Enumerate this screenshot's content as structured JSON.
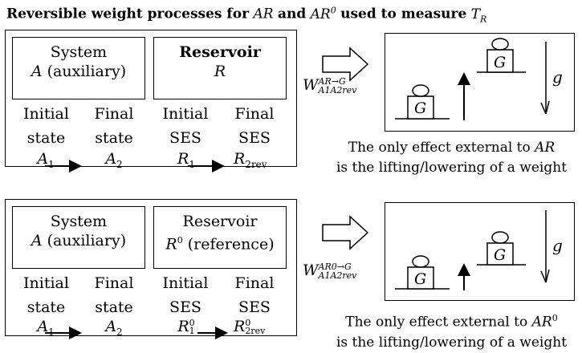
{
  "title": {
    "bold_part": "Reversible weight processes for",
    "ar": "AR",
    "and": "and",
    "ar0": "AR",
    "ar0_sup": "0",
    "tail": "used to measure",
    "tr": "T",
    "tr_sub": "R"
  },
  "panels": [
    {
      "system_line1": "System",
      "system_line2": "A (auxiliary)",
      "reservoir_line1": "Reservoir",
      "reservoir_line2": "R",
      "col_initial": "Initial",
      "col_final": "Final",
      "col_state1": "state",
      "col_state2": "state",
      "col_ses1": "SES",
      "col_ses2": "SES",
      "a1": "A",
      "a1_sub": "1",
      "a2": "A",
      "a2_sub": "2",
      "r1": "R",
      "r1_sub": "1",
      "r1_sup": "",
      "r2": "R",
      "r2_sub": "2rev",
      "r2_sup": "",
      "work_main": "W",
      "work_sup": "AR→G",
      "work_sub": "A1A2rev",
      "g_label": "G",
      "g_gravity": "g",
      "effect_line1_prefix": "The only effect external to",
      "effect_line1_sys": "AR",
      "effect_line1_sup": "",
      "effect_line2": "is the lifting/lowering of a weight"
    },
    {
      "system_line1": "System",
      "system_line2": "A (auxiliary)",
      "reservoir_line1": "Reservoir",
      "reservoir_line2": "R0 (reference)",
      "col_initial": "Initial",
      "col_final": "Final",
      "col_state1": "state",
      "col_state2": "state",
      "col_ses1": "SES",
      "col_ses2": "SES",
      "a1": "A",
      "a1_sub": "1",
      "a2": "A",
      "a2_sub": "2",
      "r1": "R",
      "r1_sub": "1",
      "r1_sup": "0",
      "r2": "R",
      "r2_sub": "2rev",
      "r2_sup": "0",
      "work_main": "W",
      "work_sup": "AR0→G",
      "work_sub": "A1A2rev",
      "g_label": "G",
      "g_gravity": "g",
      "effect_line1_prefix": "The only effect external to",
      "effect_line1_sys": "AR",
      "effect_line1_sup": "0",
      "effect_line2": "is the lifting/lowering of a weight"
    }
  ]
}
